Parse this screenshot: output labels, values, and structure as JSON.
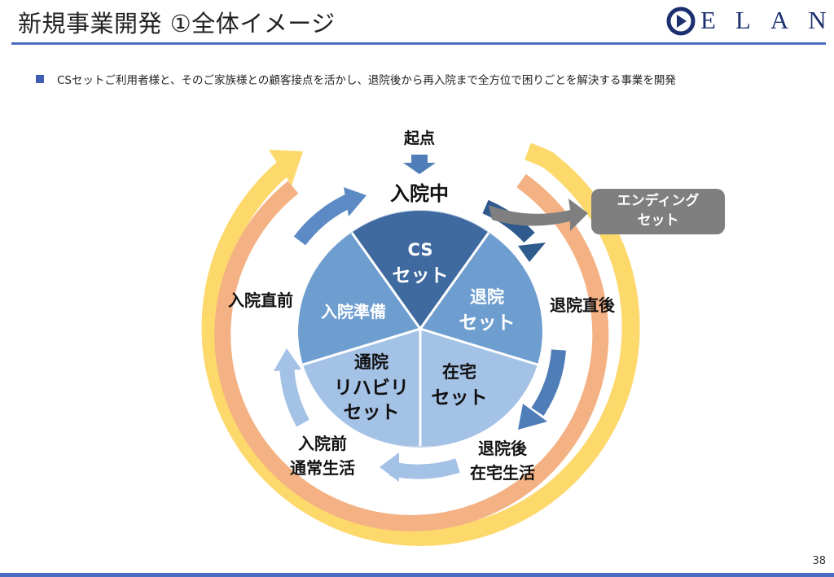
{
  "header": {
    "title": "新規事業開発 ①全体イメージ",
    "logo_text": "ELAN"
  },
  "bullet": "CSセットご利用者様と、そのご家族様との顧客接点を活かし、退院後から再入院まで全方位で困りごとを解決する事業を開発",
  "diagram": {
    "start_label": "起点",
    "top_label": "入院中",
    "stages": {
      "right": "退院直後",
      "bottom_right": [
        "退院後",
        "在宅生活"
      ],
      "bottom_left": [
        "入院前",
        "通常生活"
      ],
      "left": "入院直前"
    },
    "pie": {
      "cs": [
        "CS",
        "セット"
      ],
      "discharge": [
        "退院",
        "セット"
      ],
      "home": [
        "在宅",
        "セット"
      ],
      "rehab": [
        "通院",
        "リハビリ",
        "セット"
      ],
      "prep": "入院準備"
    },
    "ending_box": [
      "エンディング",
      "セット"
    ]
  },
  "colors": {
    "accent": "#4a6cc2",
    "yellow_ring": "#fdd86b",
    "orange_ring": "#f4b183",
    "slice_cs": "#3f6aa0",
    "slice_discharge": "#6e9dcf",
    "slice_home": "#a4c2e6",
    "slice_rehab": "#a4c2e6",
    "slice_prep": "#6e9dcf",
    "ending_box": "#7f7f7f"
  },
  "page_number": "38"
}
